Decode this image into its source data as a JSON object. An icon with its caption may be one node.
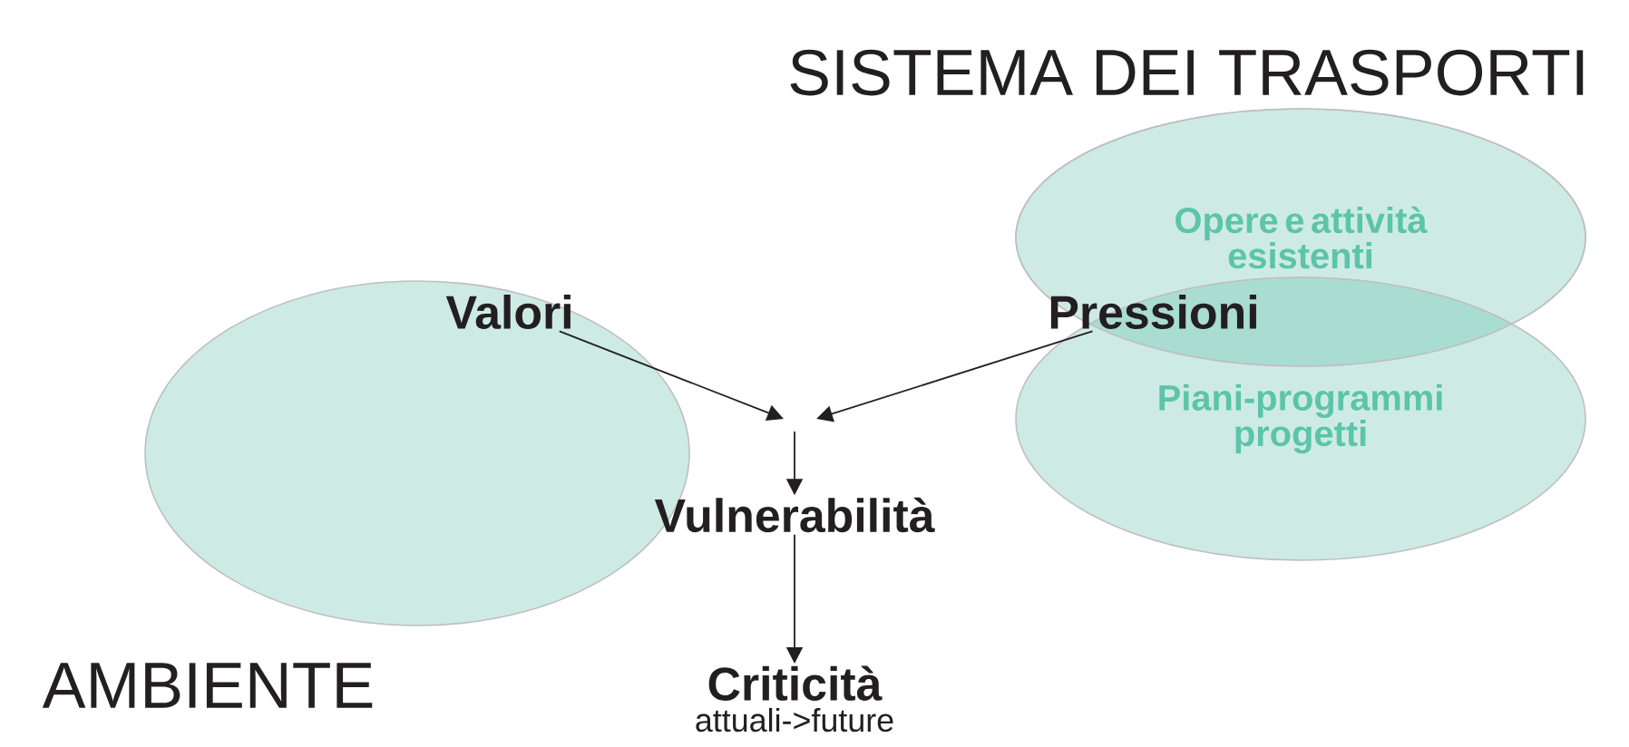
{
  "diagram": {
    "nodes": [
      {
        "text": [],
        "shape": "ellipse"
      },
      {
        "text": [
          "Opere e attività esistenti"
        ]
      },
      {
        "text": [
          "Piani-programmi progetti"
        ]
      },
      {
        "text": [
          "Valori"
        ],
        "in": 0
      },
      {
        "text": [
          "Pressioni"
        ]
      },
      {
        "text": [
          "Vulnerabilità"
        ]
      },
      {
        "text": [
          "Criticità",
          "attuali->future"
        ]
      }
    ],
    "edges": [
      {
        "from": 3,
        "to": null,
        "arrow": "to"
      },
      {
        "from": 4,
        "to": null,
        "arrow": "to"
      },
      {
        "from": null,
        "to": 5,
        "arrow": "to"
      },
      {
        "from": 5,
        "to": 6,
        "arrow": "to"
      }
    ],
    "labels": [
      "SISTEMA DEI TRASPORTI",
      "AMBIENTE"
    ]
  }
}
